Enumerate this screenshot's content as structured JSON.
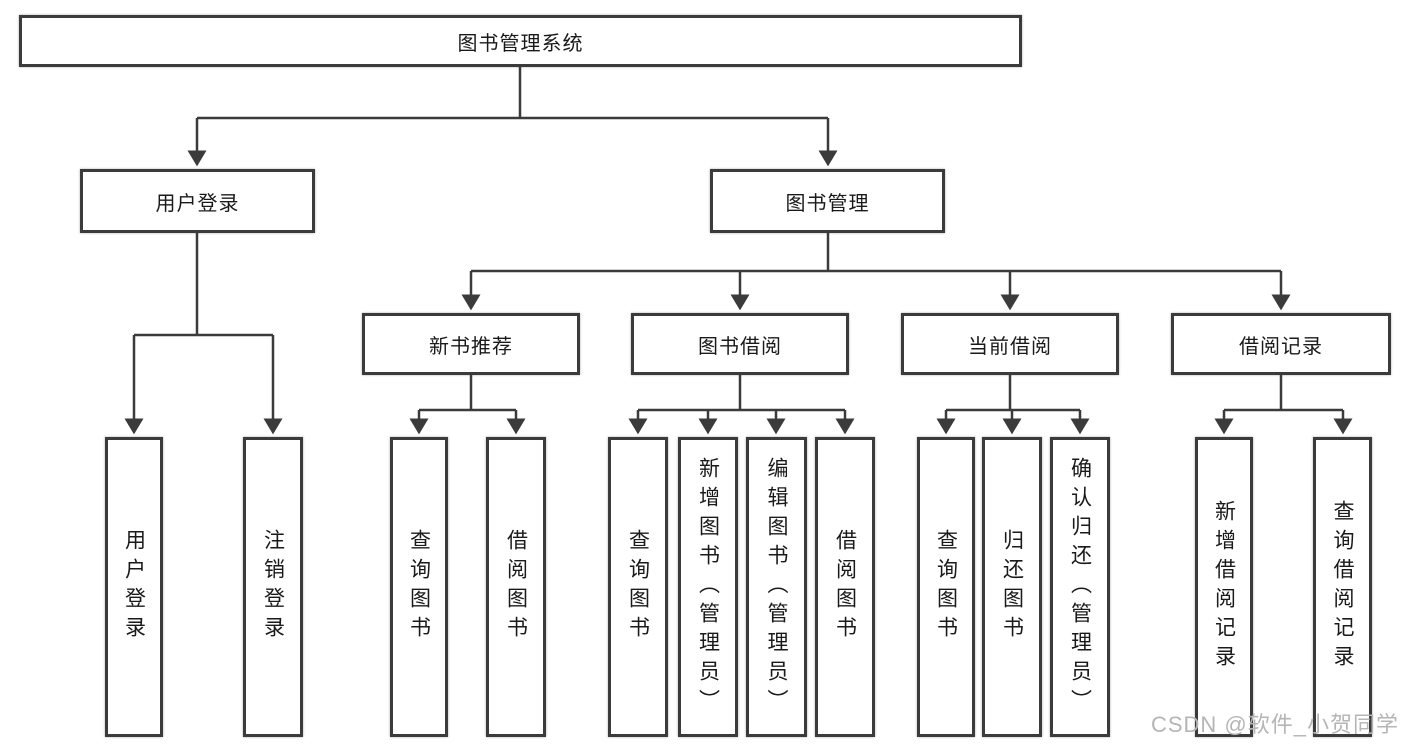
{
  "tree": {
    "root": {
      "label": "图书管理系统",
      "children": [
        {
          "label": "用户登录",
          "children": [
            {
              "label": "用户登录"
            },
            {
              "label": "注销登录"
            }
          ]
        },
        {
          "label": "图书管理",
          "children": [
            {
              "label": "新书推荐",
              "children": [
                {
                  "label": "查询图书"
                },
                {
                  "label": "借阅图书"
                }
              ]
            },
            {
              "label": "图书借阅",
              "children": [
                {
                  "label": "查询图书"
                },
                {
                  "label": "新增图书（管理员）"
                },
                {
                  "label": "编辑图书（管理员）"
                },
                {
                  "label": "借阅图书"
                }
              ]
            },
            {
              "label": "当前借阅",
              "children": [
                {
                  "label": "查询图书"
                },
                {
                  "label": "归还图书"
                },
                {
                  "label": "确认归还（管理员）"
                }
              ]
            },
            {
              "label": "借阅记录",
              "children": [
                {
                  "label": "新增借阅记录"
                },
                {
                  "label": "查询借阅记录"
                }
              ]
            }
          ]
        }
      ]
    }
  },
  "watermark": {
    "text": "CSDN @软件_小贺同学",
    "color": "#b5b5b5"
  },
  "colors": {
    "line": "#3b3b3b",
    "box_border": "#3b3b3b",
    "text": "#1a1a1a",
    "background": "#ffffff"
  }
}
